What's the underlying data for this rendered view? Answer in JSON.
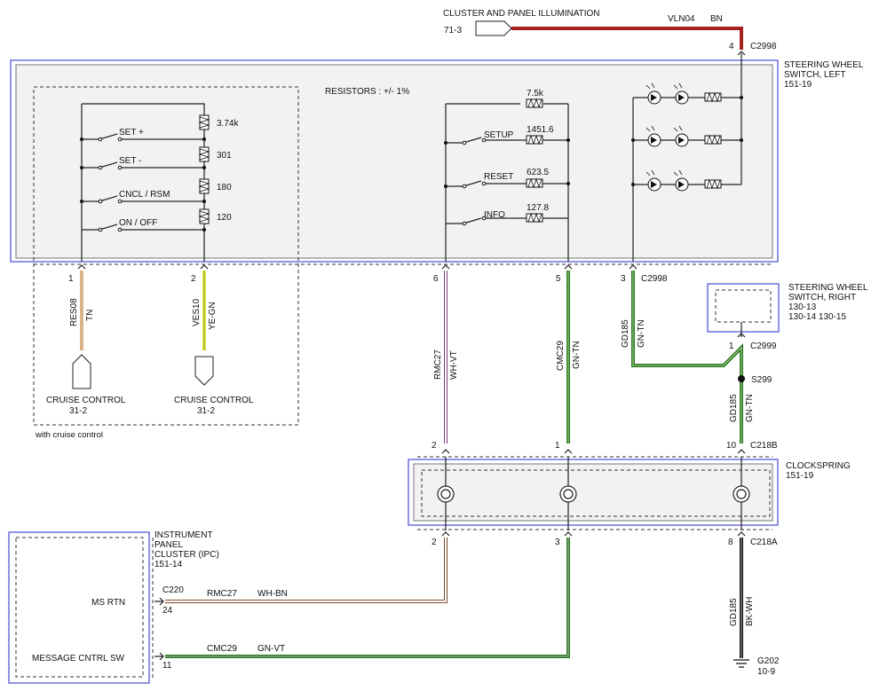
{
  "top": {
    "ref": "71-3",
    "title": "CLUSTER AND PANEL ILLUMINATION",
    "circuit": "VLN04",
    "color": "BN",
    "pin": "4",
    "connector": "C2998"
  },
  "swl": {
    "l1": "STEERING WHEEL",
    "l2": "SWITCH, LEFT",
    "l3": "151-19"
  },
  "resistors_note": "RESISTORS : +/- 1%",
  "cruise": {
    "switches": [
      "SET +",
      "SET -",
      "CNCL / RSM",
      "ON / OFF"
    ],
    "values": [
      "3.74k",
      "301",
      "180",
      "120"
    ],
    "note": "with cruise control",
    "pin1": "1",
    "pin2": "2",
    "c1": "RES08",
    "c1col": "TN",
    "c2": "VES10",
    "c2col": "YE-GN",
    "dest1": "CRUISE CONTROL",
    "dest1ref": "31-2",
    "dest2": "CRUISE CONTROL",
    "dest2ref": "31-2"
  },
  "msg": {
    "top_value": "7.5k",
    "switches": [
      "SETUP",
      "RESET",
      "INFO"
    ],
    "values": [
      "1451.6",
      "623.5",
      "127.8"
    ]
  },
  "pins": {
    "p6": "6",
    "p5": "5",
    "p3": "3",
    "conn": "C2998",
    "rmc": "RMC27",
    "rmccol": "WH-VT",
    "cmc": "CMC29",
    "cmccol": "GN-TN",
    "gd": "GD185",
    "gdcol": "GN-TN"
  },
  "swr": {
    "l1": "STEERING WHEEL",
    "l2": "SWITCH, RIGHT",
    "l3": "130-13",
    "l4": "130-14   130-15",
    "pin": "1",
    "conn": "C2999"
  },
  "splice": {
    "name": "S299",
    "circ": "GD185",
    "col": "GN-TN"
  },
  "clock": {
    "title": "CLOCKSPRING",
    "ref": "151-19",
    "top_pins": [
      "2",
      "1",
      "10"
    ],
    "top_conn": "C218B",
    "bot_pins": [
      "2",
      "3",
      "8"
    ],
    "bot_conn": "C218A"
  },
  "ground": {
    "circ": "GD185",
    "col": "BK-WH",
    "name": "G202",
    "ref": "10-9"
  },
  "ipc": {
    "l1": "INSTRUMENT",
    "l2": "PANEL",
    "l3": "CLUSTER (IPC)",
    "l4": "151-14",
    "conn": "C220",
    "ms_rtn": "MS RTN",
    "pin24": "24",
    "w1": "RMC27",
    "w1col": "WH-BN",
    "msg_sw": "MESSAGE CNTRL SW",
    "pin11": "11",
    "w2": "CMC29",
    "w2col": "GN-VT"
  }
}
